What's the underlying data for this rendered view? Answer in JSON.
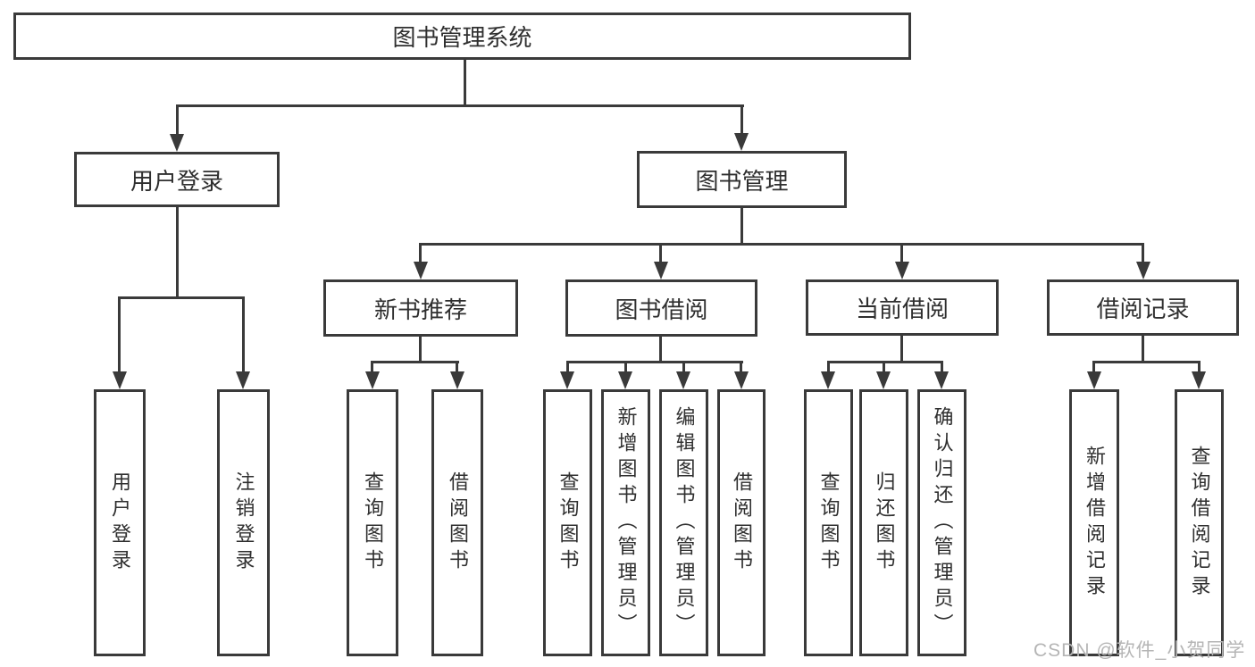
{
  "colors": {
    "line": "#3a3a3a",
    "text": "#2f2f2f",
    "watermark_color": "#b5b5b5",
    "background": "#ffffff"
  },
  "root": {
    "label": "图书管理系统"
  },
  "level2": {
    "user_login": {
      "label": "用户登录"
    },
    "book_mgmt": {
      "label": "图书管理"
    }
  },
  "level3": {
    "new_book_rec": {
      "label": "新书推荐"
    },
    "book_borrow": {
      "label": "图书借阅"
    },
    "current_borrow": {
      "label": "当前借阅"
    },
    "borrow_records": {
      "label": "借阅记录"
    }
  },
  "leaves": {
    "user_login": {
      "label": "用户登录"
    },
    "logout": {
      "label": "注销登录"
    },
    "query_books_rec": {
      "label": "查询图书"
    },
    "borrow_books_rec": {
      "label": "借阅图书"
    },
    "query_books_borrow": {
      "label": "查询图书"
    },
    "add_books_admin": {
      "label": "新增图书（管理员）"
    },
    "edit_books_admin": {
      "label": "编辑图书（管理员）"
    },
    "borrow_books": {
      "label": "借阅图书"
    },
    "query_books_current": {
      "label": "查询图书"
    },
    "return_books": {
      "label": "归还图书"
    },
    "confirm_return_admin": {
      "label": "确认归还（管理员）"
    },
    "add_borrow_record": {
      "label": "新增借阅记录"
    },
    "query_borrow_record": {
      "label": "查询借阅记录"
    }
  },
  "watermark": "CSDN @软件_小贺同学"
}
